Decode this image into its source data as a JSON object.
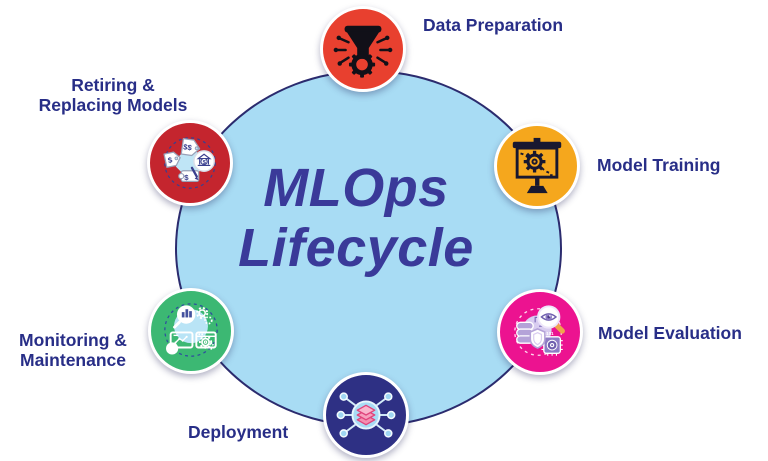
{
  "diagram": {
    "title": "MLOps\nLifecycle",
    "colors": {
      "background": "#ffffff",
      "center_fill": "#a8dcf4",
      "center_stroke": "#2b2b6e",
      "title": "#3a3a99",
      "label": "#282e87"
    },
    "nodes": [
      {
        "id": "data-preparation",
        "label": "Data Preparation",
        "color": "#e8402f",
        "icon": "funnel-gear-icon"
      },
      {
        "id": "model-training",
        "label": "Model Training",
        "color": "#f5a71d",
        "icon": "presentation-gear-icon"
      },
      {
        "id": "model-evaluation",
        "label": "Model Evaluation",
        "color": "#ec1390",
        "icon": "magnifier-eye-chip-icon"
      },
      {
        "id": "deployment",
        "label": "Deployment",
        "color": "#2e3084",
        "icon": "layers-network-icon"
      },
      {
        "id": "monitoring-maintenance",
        "label": "Monitoring &\nMaintenance",
        "color": "#3cb873",
        "icon": "dashboard-gear-magnifier-icon"
      },
      {
        "id": "retiring-replacing-models",
        "label": "Retiring &\nReplacing Models",
        "color": "#c4252e",
        "icon": "price-tags-bank-icon"
      }
    ]
  }
}
